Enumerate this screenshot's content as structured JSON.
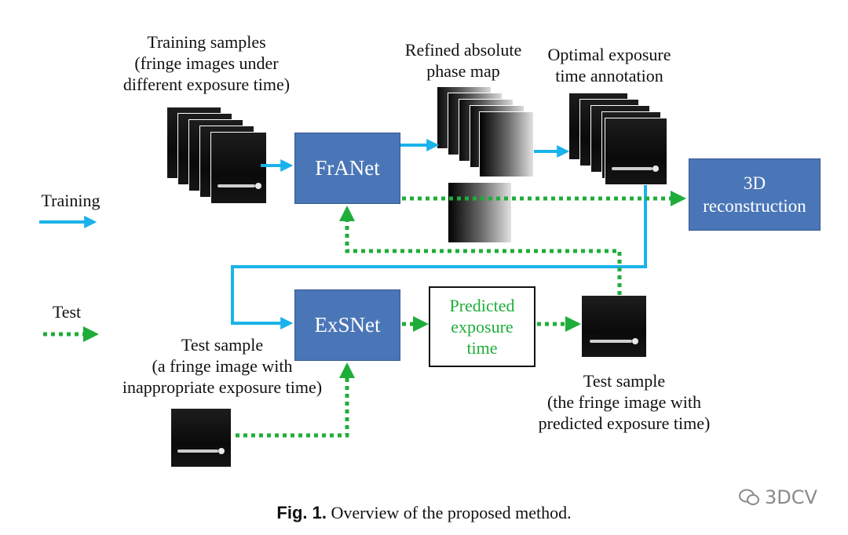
{
  "labels": {
    "training_samples": [
      "Training samples",
      "(fringe images under",
      "different exposure time)"
    ],
    "refined_phase": [
      "Refined absolute",
      "phase map"
    ],
    "optimal_exposure": [
      "Optimal exposure",
      "time annotation"
    ],
    "training": "Training",
    "test": "Test",
    "test_sample_input": [
      "Test sample",
      "(a fringe image with",
      "inappropriate exposure time)"
    ],
    "test_sample_output": [
      "Test sample",
      "(the fringe image with",
      "predicted exposure time)"
    ]
  },
  "boxes": {
    "franet": "FrANet",
    "exsnet": "ExSNet",
    "reconstruction": [
      "3D",
      "reconstruction"
    ],
    "predicted": [
      "Predicted",
      "exposure",
      "time"
    ]
  },
  "caption": {
    "prefix": "Fig. 1.",
    "text": " Overview of the proposed method."
  },
  "watermark": "3DCV",
  "colors": {
    "training_arrow": "#1ab2ea",
    "test_arrow": "#1fad3a",
    "box_fill": "#4a76b8",
    "predicted_text": "#1fad3a"
  },
  "legend": {
    "training": "solid blue arrow",
    "test": "dotted green arrow"
  }
}
